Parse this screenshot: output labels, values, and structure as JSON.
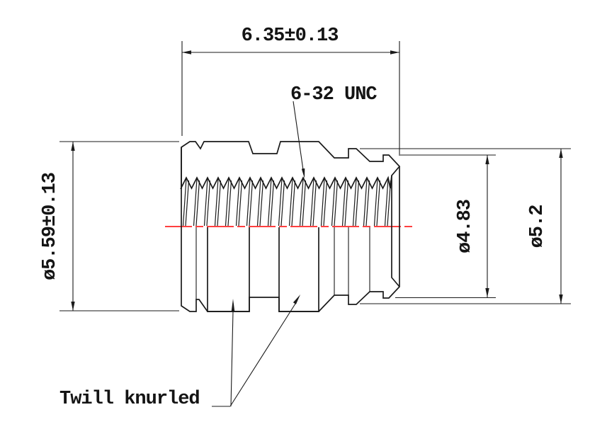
{
  "drawing": {
    "dimensions": {
      "length": "6.35±0.13",
      "outer_diameter": "ø5.59±0.13",
      "pilot_diameter": "ø4.83",
      "ring_diameter": "ø5.2"
    },
    "labels": {
      "thread_spec": "6-32 UNC",
      "knurl": "Twill knurled"
    },
    "colors": {
      "line": "#1a1a1a",
      "centerline": "#ff0000",
      "background": "#ffffff"
    }
  }
}
